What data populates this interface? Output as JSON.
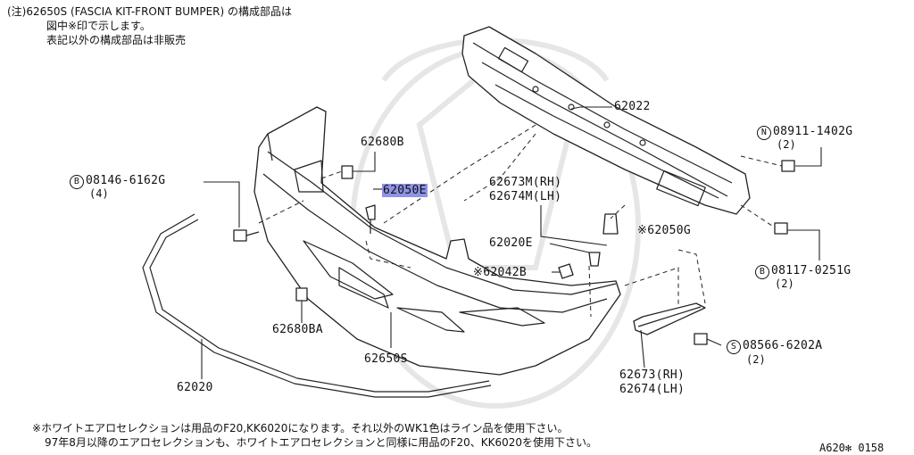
{
  "notes": {
    "header_line1": "(注)62650S (FASCIA KIT-FRONT BUMPER) の構成部品は",
    "header_line2": "図中※印で示します。",
    "header_line3": "表記以外の構成部品は非販売",
    "footer_line1": "ホワイトエアロセレクションは用品のF20,KK6020になります。それ以外のWK1色はライン品を使用下さい。",
    "footer_line2": "97年8月以降のエアロセレクションも、ホワイトエアロセレクションと同様に用品のF20、KK6020を使用下さい。",
    "footer_mark": "※",
    "diagram_id": "A620✻ 0158"
  },
  "parts": {
    "p62022": "62022",
    "p08911": "08911-1402G",
    "p08911_qty": "(2)",
    "p08911_badge": "N",
    "p62680B": "62680B",
    "p08146": "08146-6162G",
    "p08146_qty": "(4)",
    "p08146_badge": "B",
    "p62050E": "62050E",
    "p62673M": "62673M(RH)",
    "p62674M": "62674M(LH)",
    "p62050G": "62050G",
    "p62020E": "62020E",
    "p62042B": "62042B",
    "p08117": "08117-0251G",
    "p08117_qty": "(2)",
    "p08117_badge": "B",
    "p62680BA": "62680BA",
    "p62650S": "62650S",
    "p08566": "08566-6202A",
    "p08566_qty": "(2)",
    "p08566_badge": "S",
    "p62020": "62020",
    "p62673": "62673(RH)",
    "p62674": "62674(LH)",
    "star": "※"
  },
  "colors": {
    "highlight": "#8f93e6",
    "line": "#222222",
    "watermark": "#e6e6e6"
  }
}
